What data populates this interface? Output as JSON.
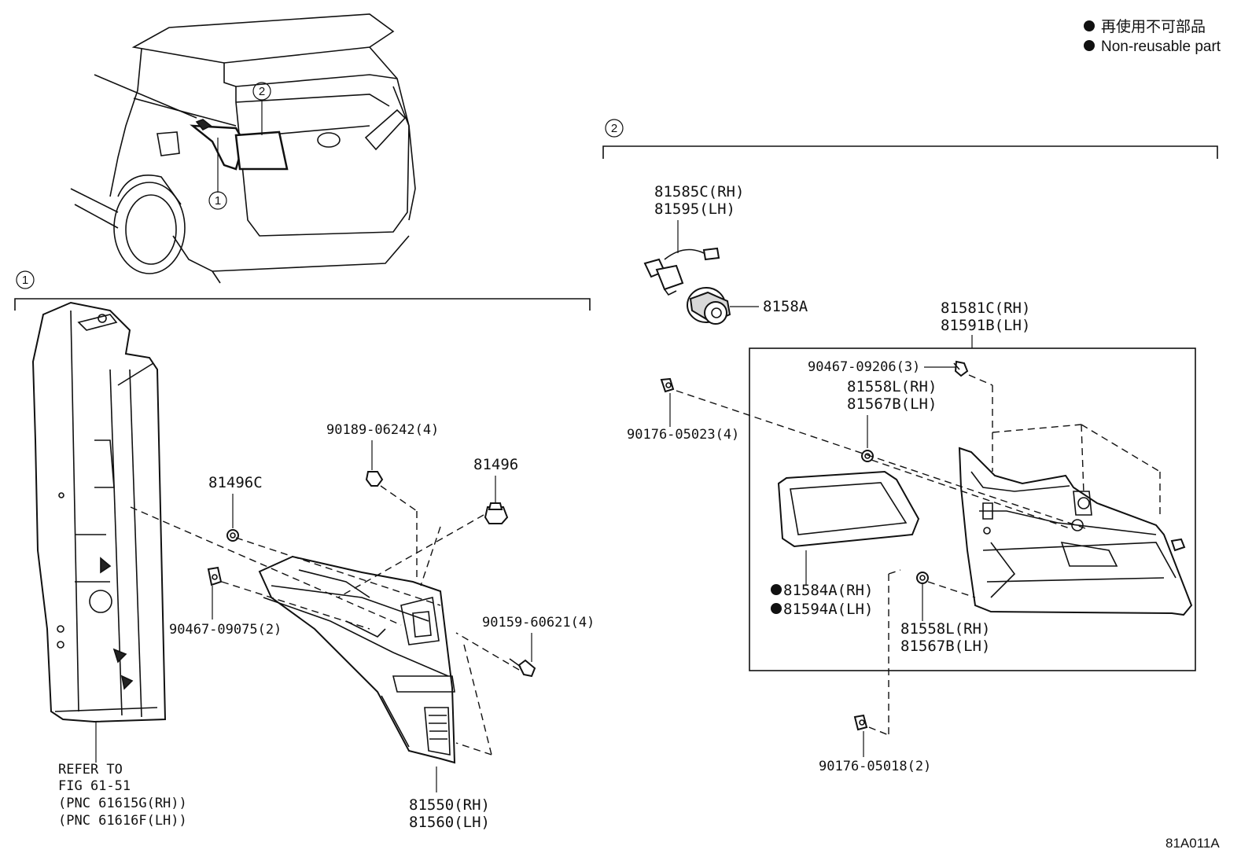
{
  "legend": {
    "non_reusable_ja": "再使用不可部品",
    "non_reusable_en": "Non-reusable part"
  },
  "sections": {
    "section1_marker": "1",
    "section2_marker": "2",
    "car_callout_1": "1",
    "car_callout_2": "2"
  },
  "section1": {
    "refer_line1": "REFER TO",
    "refer_line2": "FIG 61-51",
    "refer_line3": "(PNC 61615G(RH))",
    "refer_line4": "(PNC 61616F(LH))",
    "part_81496C": "81496C",
    "part_81496": "81496",
    "part_90189": "90189-06242(4)",
    "part_90467_09075": "90467-09075(2)",
    "part_90159": "90159-60621(4)",
    "lamp_rh": "81550(RH)",
    "lamp_lh": "81560(LH)"
  },
  "section2": {
    "socket_rh": "81585C(RH)",
    "socket_lh": "81595(LH)",
    "bulb": "8158A",
    "assy_rh": "81581C(RH)",
    "assy_lh": "81591B(LH)",
    "screw_90467_09206": "90467-09206(3)",
    "clip_top_rh": "81558L(RH)",
    "clip_top_lh": "81567B(LH)",
    "clip_90176_05023": "90176-05023(4)",
    "gasket_rh": "81584A(RH)",
    "gasket_lh": "81594A(LH)",
    "clip_bottom_rh": "81558L(RH)",
    "clip_bottom_lh": "81567B(LH)",
    "clip_90176_05018": "90176-05018(2)"
  },
  "figure_code": "81A011A"
}
